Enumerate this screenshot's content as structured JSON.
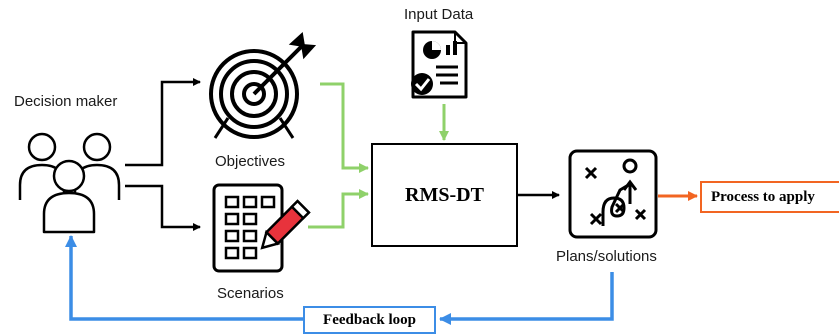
{
  "nodes": {
    "decision_maker": "Decision maker",
    "objectives": "Objectives",
    "scenarios": "Scenarios",
    "input_data": "Input Data",
    "rms_dt": "RMS-DT",
    "plans_solutions": "Plans/solutions",
    "process_to_apply": "Process to apply",
    "feedback_loop": "Feedback loop"
  },
  "colors": {
    "black_arrow": "#000000",
    "green_arrow": "#8fd16a",
    "orange_arrow": "#f26522",
    "blue_arrow": "#3c8de6"
  },
  "icons": [
    "people-group-icon",
    "target-icon",
    "document-chart-icon",
    "checklist-pencil-icon",
    "strategy-plan-icon"
  ]
}
